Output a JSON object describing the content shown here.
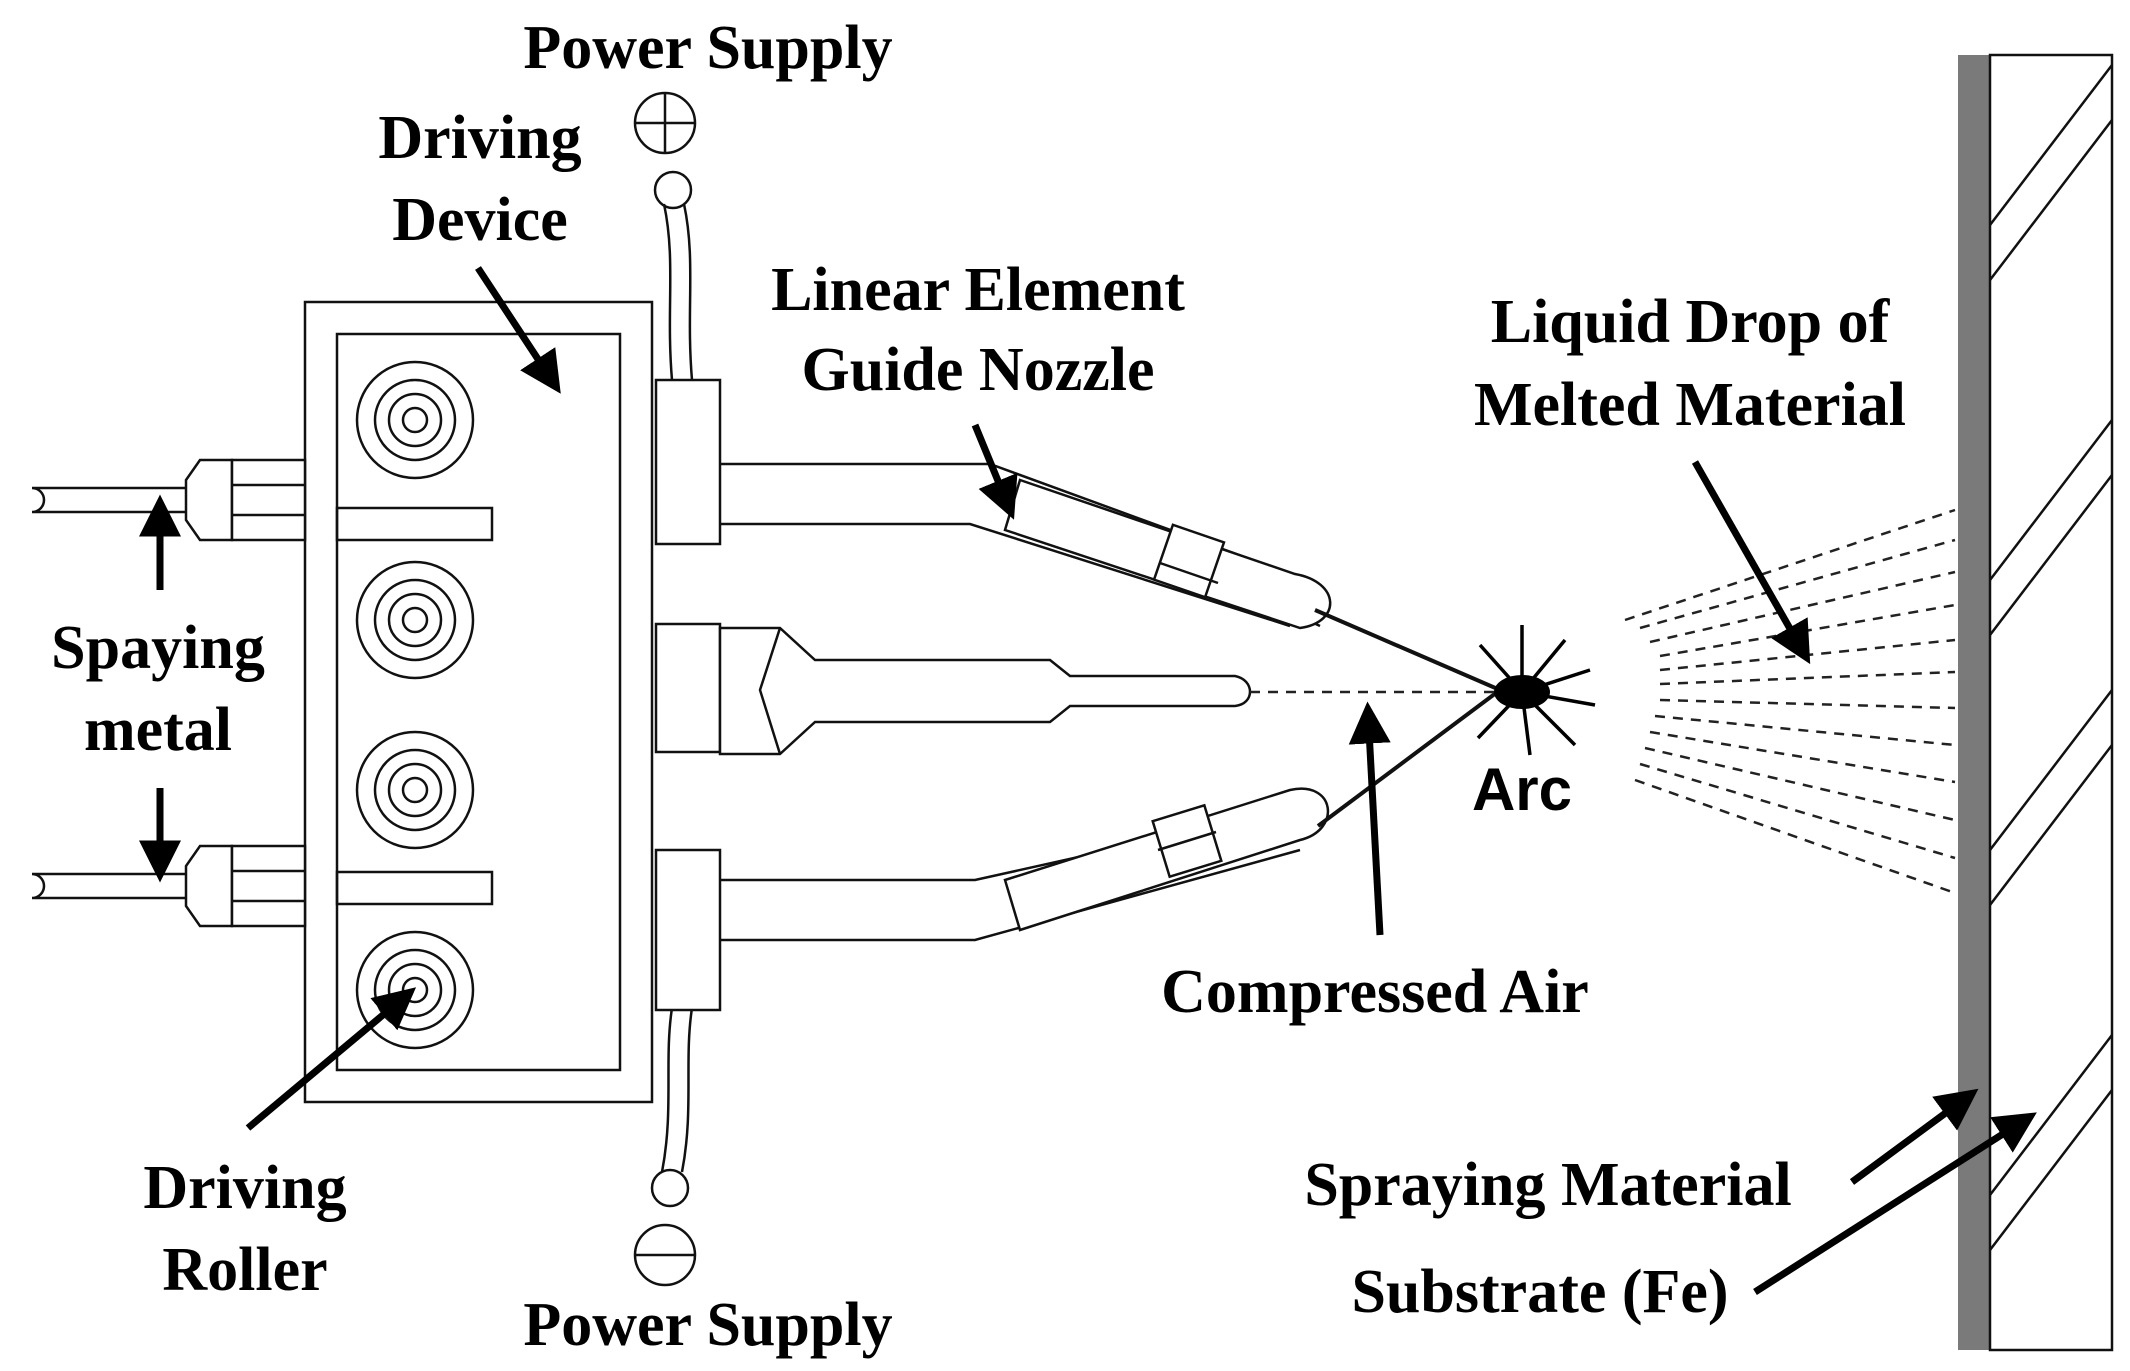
{
  "labels": {
    "power_supply_top": "Power Supply",
    "power_supply_bottom": "Power Supply",
    "driving_device_1": "Driving",
    "driving_device_2": "Device",
    "linear_element_1": "Linear Element",
    "linear_element_2": "Guide Nozzle",
    "liquid_drop_1": "Liquid Drop of",
    "liquid_drop_2": "Melted Material",
    "spaying_metal_1": "Spaying",
    "spaying_metal_2": "metal",
    "arc": "Arc",
    "compressed_air": "Compressed Air",
    "driving_roller_1": "Driving",
    "driving_roller_2": "Roller",
    "spraying_material": "Spraying Material",
    "substrate": "Substrate (Fe)"
  },
  "colors": {
    "line": "#111111",
    "coating_layer": "#7a7a7a",
    "background": "#ffffff"
  }
}
